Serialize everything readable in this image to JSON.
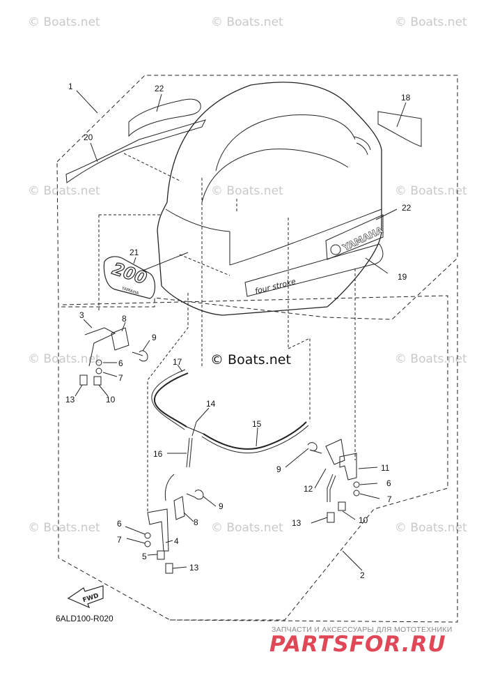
{
  "watermark": "© Boats.net",
  "center_watermark": "© Boats.net",
  "diagram_code": "6ALD100-R020",
  "fwd_label": "FWD",
  "emblems": {
    "model_number": "200",
    "small_brand": "YAMAHA",
    "cowl_brand": "YAMAHA",
    "stripe_text": "four stroke"
  },
  "callouts": {
    "c1": "1",
    "c22a": "22",
    "c18": "18",
    "c20": "20",
    "c22b": "22",
    "c21": "21",
    "c19": "19",
    "c3": "3",
    "c8a": "8",
    "c9a": "9",
    "c6a": "6",
    "c7a": "7",
    "c13a": "13",
    "c10a": "10",
    "c17": "17",
    "c14": "14",
    "c15": "15",
    "c16": "16",
    "c9b": "9",
    "c8b": "8",
    "c6b": "6",
    "c7b": "7",
    "c4": "4",
    "c5": "5",
    "c13b": "13",
    "c11": "11",
    "c12": "12",
    "c9c": "9",
    "c6c": "6",
    "c7c": "7",
    "c13c": "13",
    "c10b": "10",
    "c2": "2"
  },
  "ad": {
    "line": "ЗАПЧАСТИ И АКСЕССУАРЫ ДЛЯ МОТОТЕХНИКИ",
    "logo": "PARTSFOR.RU"
  }
}
